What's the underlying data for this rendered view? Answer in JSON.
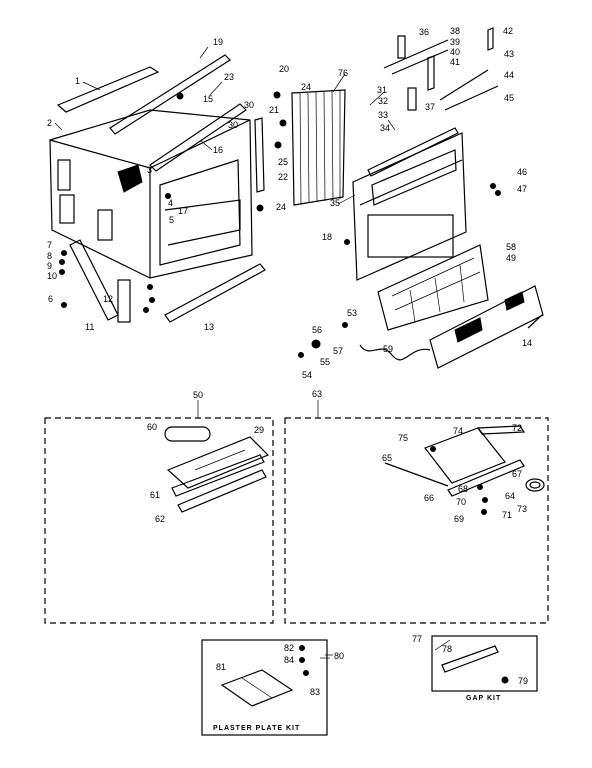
{
  "parts": {
    "p1": "1",
    "p2": "2",
    "p3": "3",
    "p4": "4",
    "p5": "5",
    "p6": "6",
    "p7": "7",
    "p8": "8",
    "p9": "9",
    "p10": "10",
    "p11": "11",
    "p12": "12",
    "p13": "13",
    "p14": "14",
    "p15": "15",
    "p16": "16",
    "p17": "17",
    "p18": "18",
    "p19": "19",
    "p20": "20",
    "p21": "21",
    "p22": "22",
    "p23": "23",
    "p24": "24",
    "p25": "25",
    "p30": "30",
    "p31": "31",
    "p32": "32",
    "p33": "33",
    "p34": "34",
    "p35": "35",
    "p36": "36",
    "p37": "37",
    "p38": "38",
    "p39": "39",
    "p40": "40",
    "p41": "41",
    "p42": "42",
    "p43": "43",
    "p44": "44",
    "p45": "45",
    "p46": "46",
    "p47": "47",
    "p49": "49",
    "p50": "50",
    "p53": "53",
    "p54": "54",
    "p55": "55",
    "p56": "56",
    "p57": "57",
    "p58": "58",
    "p59": "59",
    "p60": "60",
    "p61": "61",
    "p62": "62",
    "p63": "63",
    "p64": "64",
    "p65": "65",
    "p66": "66",
    "p67": "67",
    "p68": "68",
    "p69": "69",
    "p70": "70",
    "p71": "71",
    "p72": "72",
    "p73": "73",
    "p74": "74",
    "p75": "75",
    "p76": "76",
    "p77": "77",
    "p78": "78",
    "p79": "79",
    "p80": "80",
    "p81": "81",
    "p82": "82",
    "p83": "83",
    "p84": "84",
    "p29": "29"
  },
  "kits": {
    "plaster_plate_kit": "PLASTER PLATE KIT",
    "gap_kit": "GAP KIT"
  }
}
